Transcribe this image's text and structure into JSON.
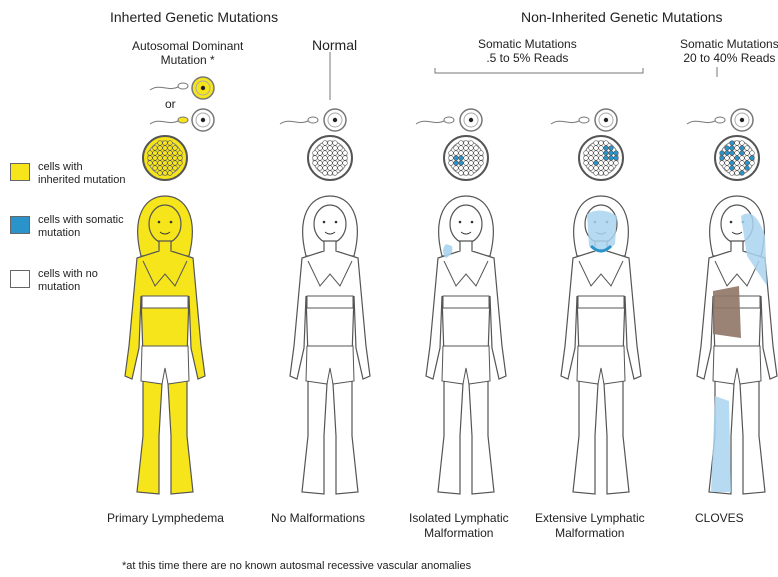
{
  "headers": {
    "inherited": "Inherted Genetic Mutations",
    "non_inherited": "Non-Inherited Genetic Mutations"
  },
  "columns": [
    {
      "top_label": "Autosomal Dominant\nMutation *",
      "caption": "Primary Lymphedema",
      "fill": "yellow"
    },
    {
      "top_label": "Normal",
      "caption": "No Malformations",
      "fill": "none"
    },
    {
      "top_label": "",
      "caption": "Isolated Lymphatic\nMalformation",
      "fill": "isolated"
    },
    {
      "top_label": "",
      "caption": "Extensive Lymphatic\nMalformation",
      "fill": "extensive"
    },
    {
      "top_label": "Somatic Mutations\n20 to 40% Reads",
      "caption": "CLOVES",
      "fill": "cloves"
    }
  ],
  "group_label": "Somatic Mutations\n.5 to 5% Reads",
  "or_text": "or",
  "legend": [
    {
      "label": "cells with\ninherited mutation",
      "color": "#f7e51b"
    },
    {
      "label": "cells with somatic\nmutation",
      "color": "#2a93c9"
    },
    {
      "label": "cells with no\nmutation",
      "color": "#ffffff"
    }
  ],
  "footnote": "*at this time there are no known autosmal  recessive vascular anomalies",
  "colors": {
    "yellow": "#f7e51b",
    "blue": "#2a93c9",
    "light_blue": "#a9d4ee",
    "brown": "#8f7466",
    "outline": "#555555"
  }
}
